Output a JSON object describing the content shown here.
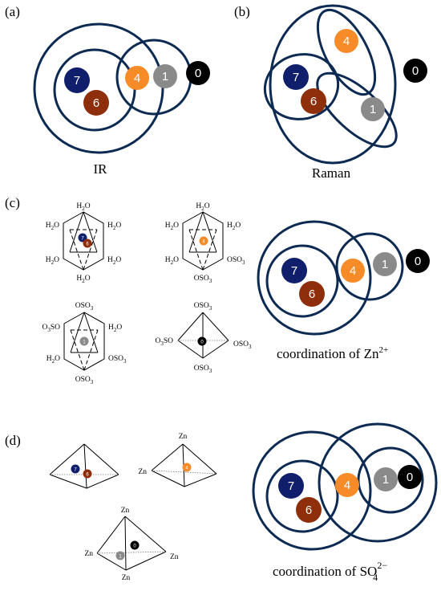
{
  "colors": {
    "ring": "#0d2a52",
    "ball_7": "#0f1f6b",
    "ball_6": "#8e2e0b",
    "ball_4": "#f68b28",
    "ball_1": "#8a8a8a",
    "ball_0": "#000000"
  },
  "panels": {
    "a": {
      "label": "(a)",
      "caption": "IR"
    },
    "b": {
      "label": "(b)",
      "caption": "Raman"
    },
    "c": {
      "label": "(c)",
      "caption": "coordination of Zn",
      "caption_sup": "2+"
    },
    "d": {
      "label": "(d)",
      "caption": "coordination of SO",
      "caption_sub": "4",
      "caption_sup": "2−"
    }
  },
  "balls": {
    "n7": "7",
    "n6": "6",
    "n4": "4",
    "n1": "1",
    "n0": "0"
  },
  "ligands": {
    "h2o": "H",
    "h2o_tail": "O",
    "h2o_sub": "2",
    "oso": "OSO",
    "o3so_pre": "O",
    "o3so_tail": "SO",
    "sub3": "3",
    "zn": "Zn"
  }
}
